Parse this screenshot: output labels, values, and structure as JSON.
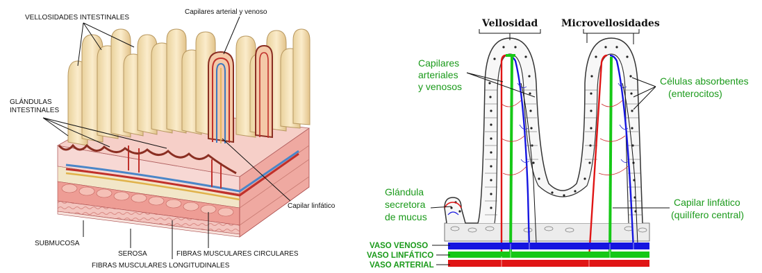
{
  "left_figure": {
    "labels": {
      "villi": "VELLOSIDADES INTESTINALES",
      "capillaries": "Capilares arterial y venoso",
      "glands_line1": "GLÁNDULAS",
      "glands_line2": "INTESTINALES",
      "lymphatic": "Capilar linfático",
      "submucosa": "SUBMUCOSA",
      "serosa": "SEROSA",
      "circular": "FIBRAS MUSCULARES CIRCULARES",
      "longitudinal": "FIBRAS MUSCULARES LONGITUDINALES"
    }
  },
  "right_figure": {
    "headers": {
      "villus": "Vellosidad",
      "microvilli": "Microvellosidades"
    },
    "labels": {
      "capillaries_1": "Capilares",
      "capillaries_2": "arteriales",
      "capillaries_3": "y venosos",
      "absorbent_1": "Células absorbentes",
      "absorbent_2": "(enterocitos)",
      "gland_1": "Glándula",
      "gland_2": "secretora",
      "gland_3": "de mucus",
      "lymphatic_1": "Capilar linfático",
      "lymphatic_2": "(quilífero central)",
      "vessel_vein": "VASO VENOSO",
      "vessel_lymph": "VASO LINFÁTICO",
      "vessel_artery": "VASO ARTERIAL"
    },
    "vessel_colors": {
      "venous": "#1515e0",
      "lymphatic": "#16c816",
      "arterial": "#e01515"
    }
  }
}
